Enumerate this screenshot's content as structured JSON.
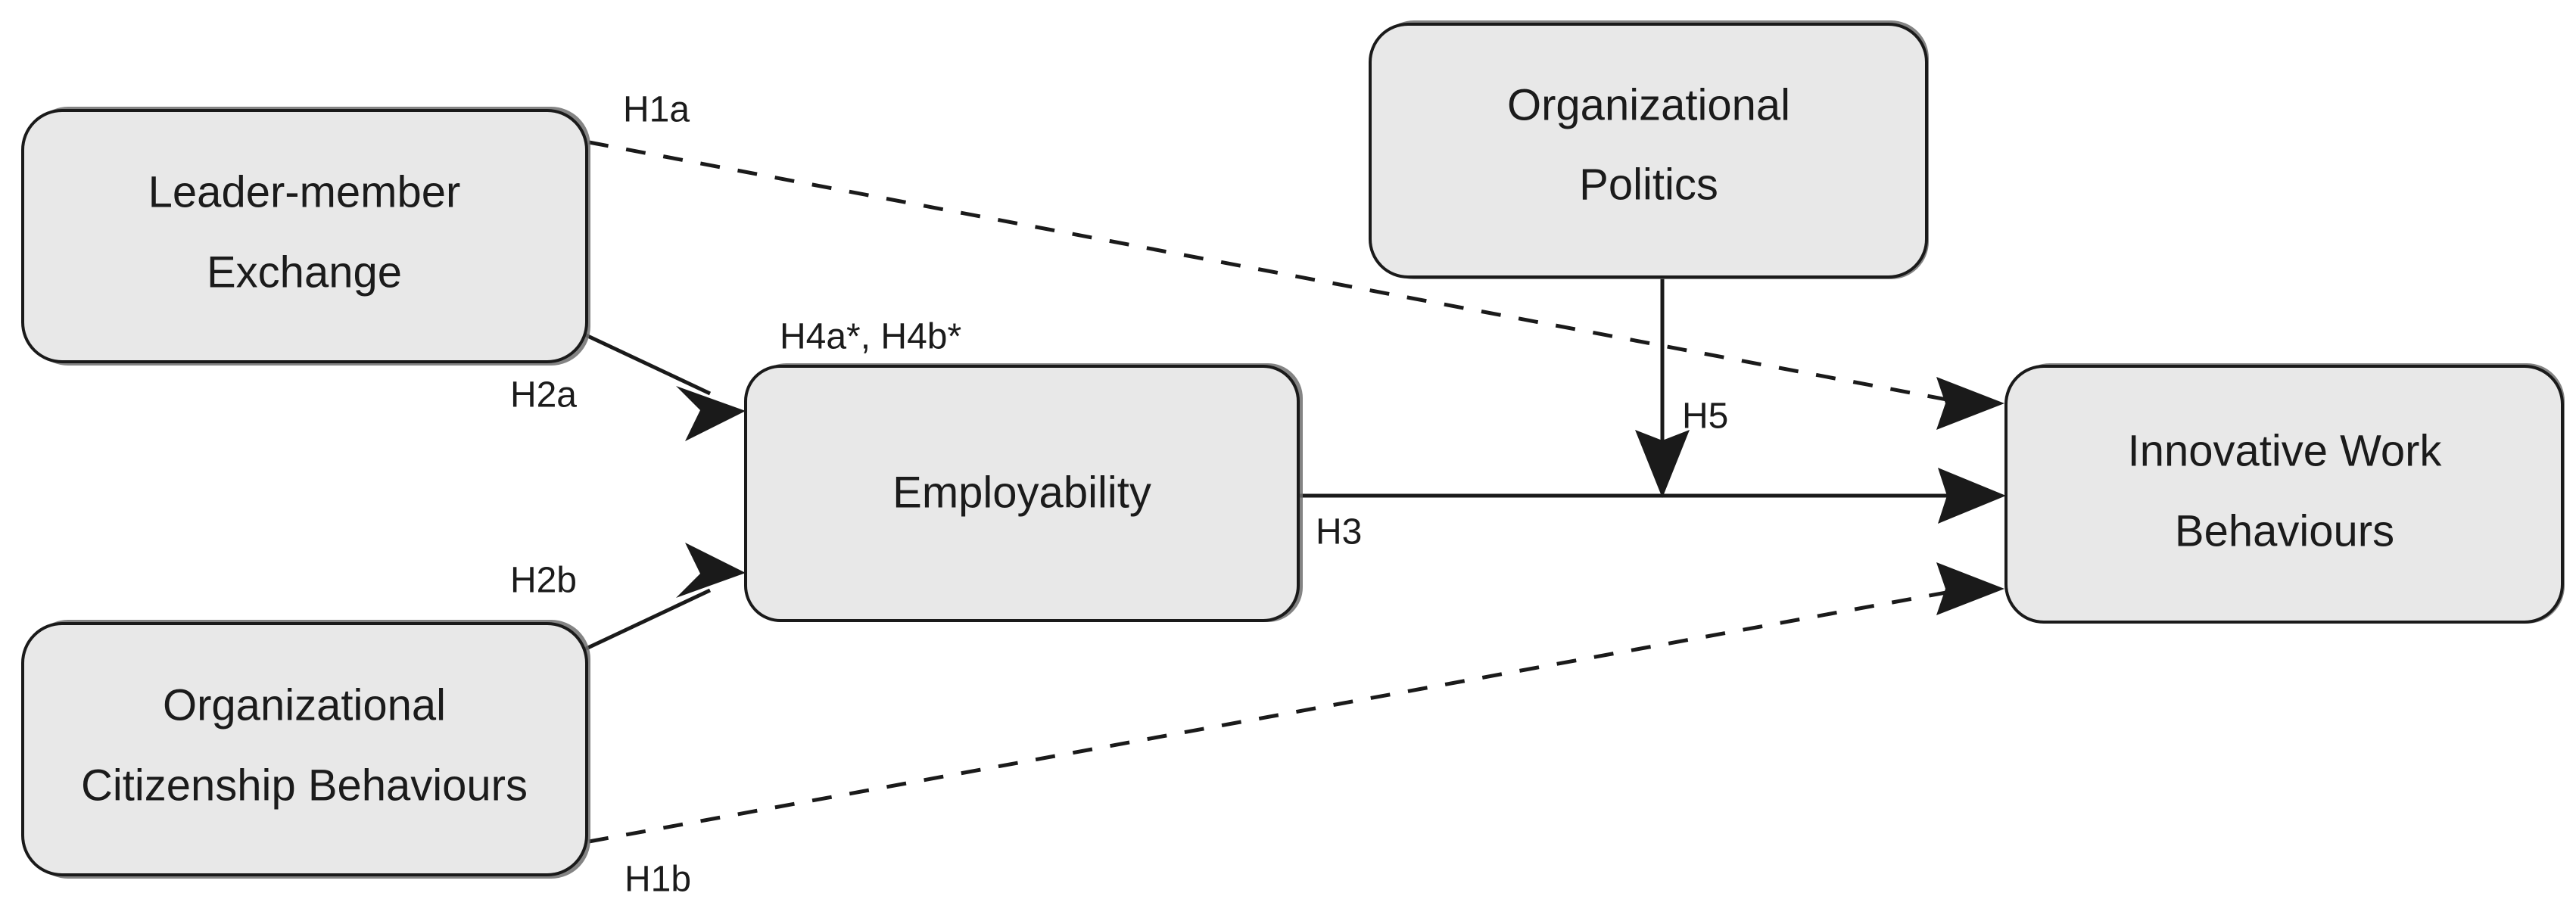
{
  "figure": {
    "type": "conceptual-research-model-diagram",
    "background_color": "#ffffff",
    "node_fill_color": "#e8e8e8",
    "node_border_color": "#1a1a1a",
    "text_color": "#1b1b1b"
  },
  "nodes": [
    {
      "id": "leader-member-exchange",
      "line1": "Leader-member",
      "line2": "Exchange"
    },
    {
      "id": "organizational-citizenship-behaviours",
      "line1": "Organizational",
      "line2": "Citizenship Behaviours"
    },
    {
      "id": "employability",
      "line1": "Employability",
      "line2": ""
    },
    {
      "id": "organizational-politics",
      "line1": "Organizational",
      "line2": "Politics"
    },
    {
      "id": "innovative-work-behaviours",
      "line1": "Innovative Work",
      "line2": "Behaviours"
    }
  ],
  "edges": [
    {
      "id": "h1a",
      "label": "H1a",
      "style": "dashed",
      "from": "leader-member-exchange",
      "to": "innovative-work-behaviours"
    },
    {
      "id": "h1b",
      "label": "H1b",
      "style": "dashed",
      "from": "organizational-citizenship-behaviours",
      "to": "innovative-work-behaviours"
    },
    {
      "id": "h2a",
      "label": "H2a",
      "style": "solid",
      "from": "leader-member-exchange",
      "to": "employability"
    },
    {
      "id": "h2b",
      "label": "H2b",
      "style": "solid",
      "from": "organizational-citizenship-behaviours",
      "to": "employability"
    },
    {
      "id": "h3",
      "label": "H3",
      "style": "solid",
      "from": "employability",
      "to": "innovative-work-behaviours"
    },
    {
      "id": "h4",
      "label": "H4a*, H4b*",
      "style": "none",
      "from": "employability",
      "to": "employability"
    },
    {
      "id": "h5",
      "label": "H5",
      "style": "solid",
      "from": "organizational-politics",
      "to": "h3"
    }
  ]
}
